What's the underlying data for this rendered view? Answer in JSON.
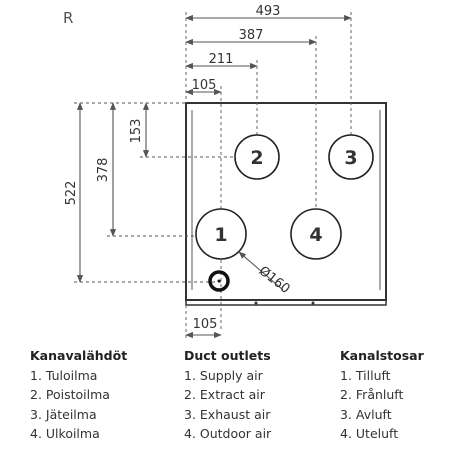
{
  "side_label": "R",
  "dimensions": {
    "top_493": "493",
    "top_387": "387",
    "top_211": "211",
    "top_105": "105",
    "bottom_105": "105",
    "left_522": "522",
    "left_378": "378",
    "left_153": "153",
    "diameter": "Ø160"
  },
  "outlets": [
    {
      "number": "1"
    },
    {
      "number": "2"
    },
    {
      "number": "3"
    },
    {
      "number": "4"
    }
  ],
  "legend": [
    {
      "title": "Kanavalähdöt",
      "items": [
        "1. Tuloilma",
        "2. Poistoilma",
        "3. Jäteilma",
        "4. Ulkoilma"
      ]
    },
    {
      "title": "Duct outlets",
      "items": [
        "1. Supply air",
        "2. Extract air",
        "3. Exhaust air",
        "4. Outdoor air"
      ]
    },
    {
      "title": "Kanalstosar",
      "items": [
        "1. Tilluft",
        "2. Frånluft",
        "3. Avluft",
        "4. Uteluft"
      ]
    }
  ],
  "colors": {
    "line": "#333333",
    "text": "#333333"
  }
}
